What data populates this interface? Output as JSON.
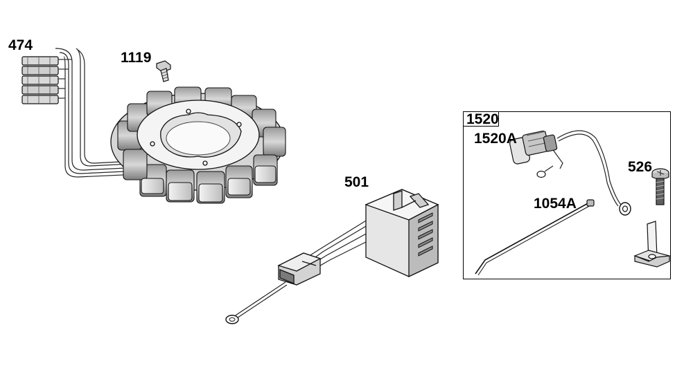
{
  "diagram": {
    "callouts": {
      "stator": "474",
      "bolt": "1119",
      "regulator": "501",
      "kit": "1520",
      "switch": "1520A",
      "screw": "526",
      "tie": "1054A"
    }
  },
  "colors": {
    "line": "#111111",
    "light_fill": "#e8e8e8",
    "mid_fill": "#b9b9b9",
    "dark_fill": "#6f6f6f",
    "background": "#ffffff"
  }
}
